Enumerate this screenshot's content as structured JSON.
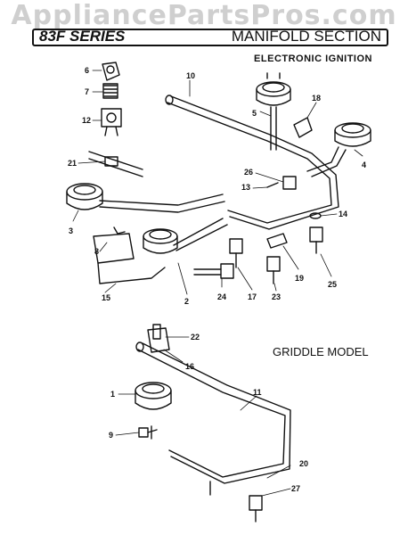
{
  "watermark": "AppliancePartsPros.com",
  "header": {
    "series": "83F SERIES",
    "section": "MANIFOLD SECTION"
  },
  "subtitle": "ELECTRONIC IGNITION",
  "griddle_label": "GRIDDLE MODEL",
  "part_numbers": [
    "10",
    "6",
    "7",
    "12",
    "5",
    "18",
    "4",
    "21",
    "26",
    "13",
    "14",
    "3",
    "8",
    "19",
    "15",
    "2",
    "24",
    "17",
    "23",
    "25",
    "22",
    "16",
    "1",
    "11",
    "9",
    "20",
    "27"
  ]
}
